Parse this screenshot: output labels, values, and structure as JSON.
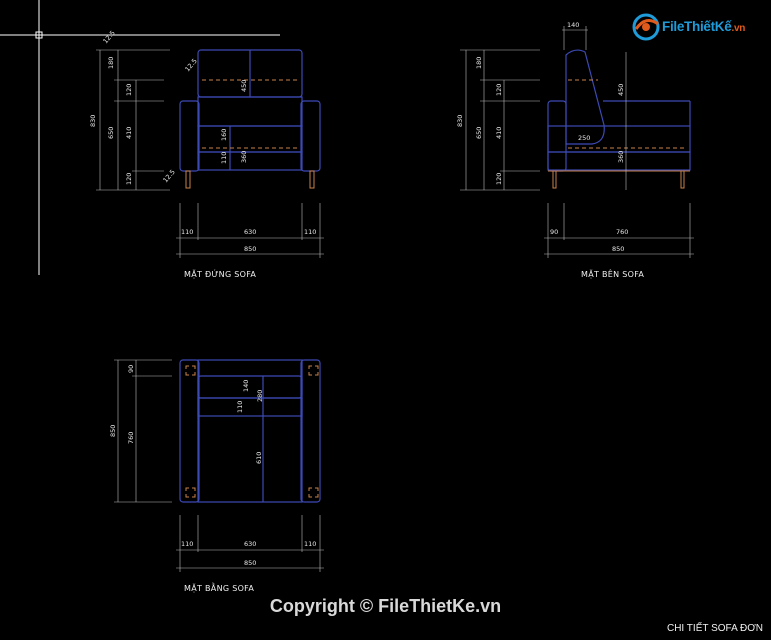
{
  "views": {
    "front": {
      "title": "MẶT ĐỨNG SOFA",
      "widths": [
        "110",
        "630",
        "110",
        "850"
      ],
      "heights": [
        "180",
        "120",
        "650",
        "410",
        "120",
        "830"
      ],
      "inner": [
        "450",
        "160",
        "110",
        "360"
      ],
      "angles": [
        "12.5",
        "12.5",
        "12.5"
      ]
    },
    "side": {
      "title": "MẶT BÊN SOFA",
      "top": "140",
      "widths": [
        "90",
        "760",
        "850"
      ],
      "heights": [
        "180",
        "120",
        "650",
        "410",
        "120",
        "830"
      ],
      "inner": [
        "450",
        "250",
        "360"
      ]
    },
    "plan": {
      "title": "MẶT BẰNG SOFA",
      "widths": [
        "110",
        "630",
        "110",
        "850"
      ],
      "heights": [
        "90",
        "760",
        "850"
      ],
      "inner": [
        "140",
        "280",
        "110",
        "610"
      ]
    }
  },
  "copyright": "Copyright © FileThietKe.vn",
  "footer": "CHI TIẾT SOFA ĐƠN",
  "logo": {
    "name": "FileThiếtKế",
    "domain": ".vn"
  },
  "colors": {
    "background": "#000000",
    "outline": "#3c4ab5",
    "dimension": "#e8e8e8",
    "accent": "#c9824a"
  }
}
